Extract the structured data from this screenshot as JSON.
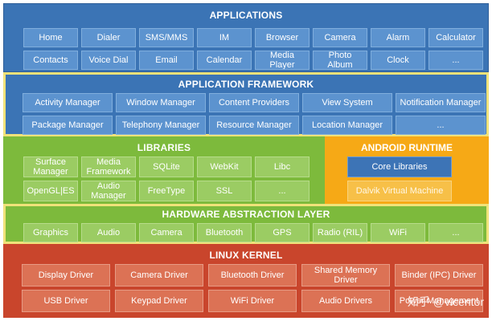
{
  "applications": {
    "title": "APPLICATIONS",
    "rows": [
      [
        "Home",
        "Dialer",
        "SMS/MMS",
        "IM",
        "Browser",
        "Camera",
        "Alarm",
        "Calculator"
      ],
      [
        "Contacts",
        "Voice Dial",
        "Email",
        "Calendar",
        "Media Player",
        "Photo Album",
        "Clock",
        "..."
      ]
    ]
  },
  "framework": {
    "title": "APPLICATION FRAMEWORK",
    "rows": [
      [
        "Activity Manager",
        "Window Manager",
        "Content Providers",
        "View System",
        "Notification Manager"
      ],
      [
        "Package Manager",
        "Telephony Manager",
        "Resource Manager",
        "Location Manager",
        "..."
      ]
    ]
  },
  "libraries": {
    "title": "LIBRARIES",
    "rows": [
      [
        "Surface Manager",
        "Media Framework",
        "SQLite",
        "WebKit",
        "Libc"
      ],
      [
        "OpenGL|ES",
        "Audio Manager",
        "FreeType",
        "SSL",
        "..."
      ]
    ]
  },
  "runtime": {
    "title": "ANDROID RUNTIME",
    "items": [
      "Core Libraries",
      "Dalvik Virtual Machine"
    ]
  },
  "hal": {
    "title": "HARDWARE ABSTRACTION LAYER",
    "items": [
      "Graphics",
      "Audio",
      "Camera",
      "Bluetooth",
      "GPS",
      "Radio (RIL)",
      "WiFi",
      "..."
    ]
  },
  "kernel": {
    "title": "LINUX KERNEL",
    "rows": [
      [
        "Display Driver",
        "Camera Driver",
        "Bluetooth Driver",
        "Shared Memory Driver",
        "Binder (IPC) Driver"
      ],
      [
        "USB Driver",
        "Keypad Driver",
        "WiFi Driver",
        "Audio Drivers",
        "Power Management"
      ]
    ]
  },
  "watermark": {
    "text": "知乎 @vicentor"
  },
  "colors": {
    "applications": "#3b74b5",
    "libraries": "#7dba3c",
    "runtime": "#f6a916",
    "kernel": "#c9452c",
    "framework_border": "#f0e27a"
  }
}
